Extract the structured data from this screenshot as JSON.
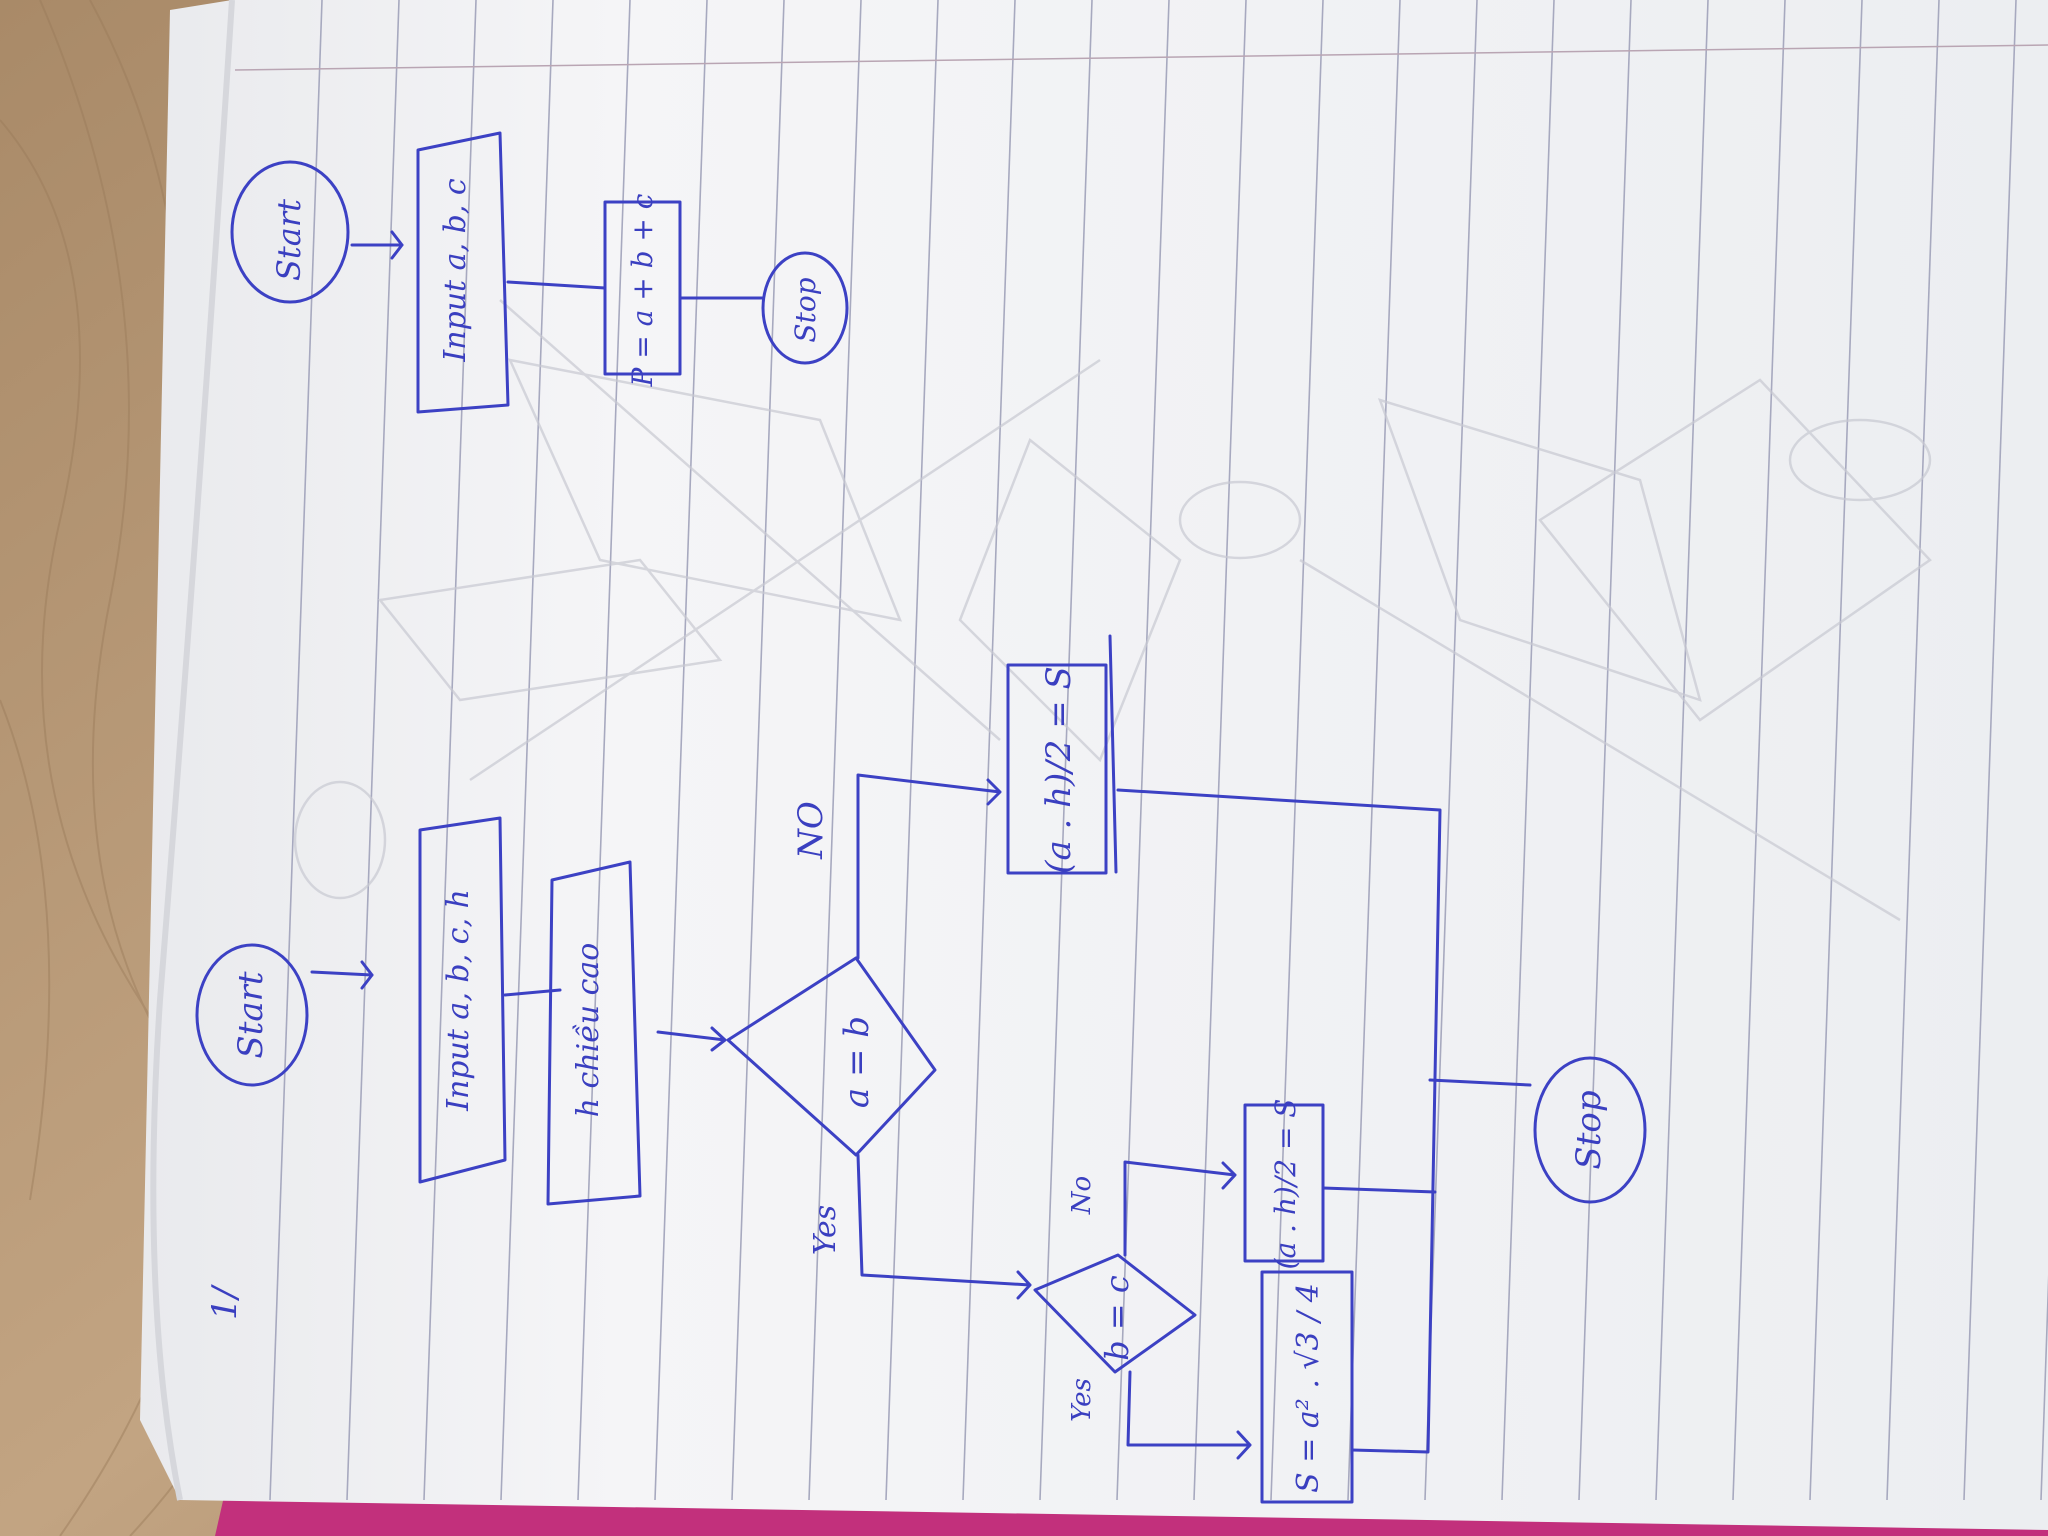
{
  "page": {
    "corner_mark": "1/"
  },
  "flowchart_left": {
    "start": "Start",
    "input1": "Input a, b, c, h",
    "input2": "h chiều cao",
    "decision1": "a = b",
    "decision1_no": "NO",
    "decision1_yes": "Yes",
    "process_right": "(a . h)/2 = S",
    "decision2": "b = c",
    "decision2_no": "No",
    "decision2_yes": "Yes",
    "process_mid": "(a . h)/2 = S",
    "process_formula": "S = a² . √3 / 4",
    "stop": "Stop"
  },
  "flowchart_right": {
    "start": "Start",
    "input": "Input a, b, c",
    "process": "P = a + b + c",
    "stop": "Stop"
  },
  "colors": {
    "ink": "#3c41c4",
    "paper": "#f3f4f6",
    "rule": "#a7a9bf",
    "wood": "#b89a78",
    "cover": "#c2307c"
  }
}
